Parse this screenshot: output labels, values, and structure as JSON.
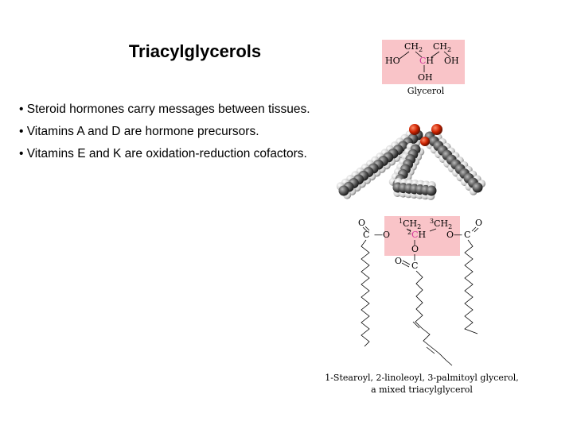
{
  "slide": {
    "title": "Triacylglycerols",
    "bullets": [
      "• Steroid hormones carry messages between tissues.",
      "• Vitamins A and D are hormone precursors.",
      "• Vitamins E and K are oxidation-reduction cofactors."
    ]
  },
  "glycerol_figure": {
    "caption": "Glycerol",
    "labels": {
      "ch2": "CH",
      "ch": "CH",
      "c": "C",
      "h": "H",
      "ho": "HO",
      "oh": "OH",
      "two": "2"
    }
  },
  "tag_figure": {
    "caption_line1": "1-Stearoyl, 2-linoleoyl, 3-palmitoyl glycerol,",
    "caption_line2": "a mixed triacylglycerol",
    "labels": {
      "o": "O",
      "c": "C",
      "ch2": "CH",
      "ch": "CH",
      "n1": "1",
      "n2": "2",
      "n3": "3",
      "two": "2",
      "h": "H"
    }
  },
  "colors": {
    "highlight": "#f9c4c8",
    "central_carbon": "#d4399a",
    "oxygen_atom": "#cc2200",
    "carbon_atom": "#555555",
    "hydrogen_atom": "#d8d8d8"
  }
}
